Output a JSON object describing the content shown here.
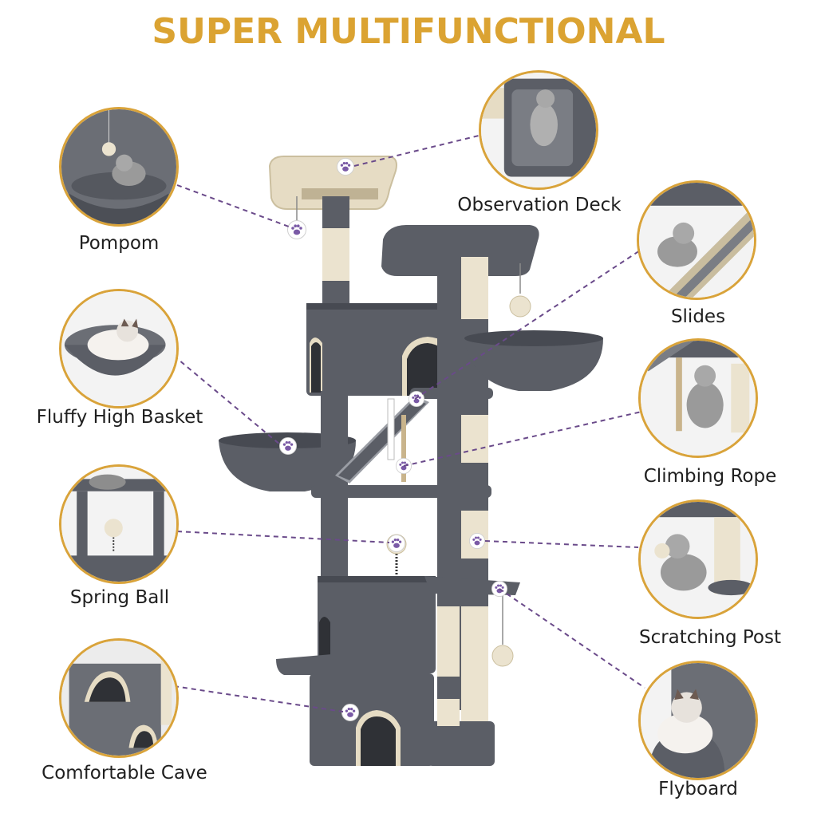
{
  "title": "SUPER MULTIFUNCTIONAL",
  "colors": {
    "title": "#dba332",
    "ring": "#d9a33a",
    "line": "#6a4a8a",
    "paw": "#7a5aa6",
    "plush": "#5b5e66",
    "plush_dark": "#474a52",
    "beige": "#e6dcc4",
    "sisal": "#ebe3cf"
  },
  "features_left": [
    {
      "label": "Pompom",
      "icon": "pompom-icon"
    },
    {
      "label": "Fluffy High Basket",
      "icon": "basket-icon"
    },
    {
      "label": "Spring Ball",
      "icon": "spring-ball-icon"
    },
    {
      "label": "Comfortable Cave",
      "icon": "cave-icon"
    }
  ],
  "features_right": [
    {
      "label": "Observation Deck",
      "icon": "deck-icon"
    },
    {
      "label": "Slides",
      "icon": "slide-icon"
    },
    {
      "label": "Climbing Rope",
      "icon": "rope-icon"
    },
    {
      "label": "Scratching Post",
      "icon": "post-icon"
    },
    {
      "label": "Flyboard",
      "icon": "flyboard-icon"
    }
  ]
}
